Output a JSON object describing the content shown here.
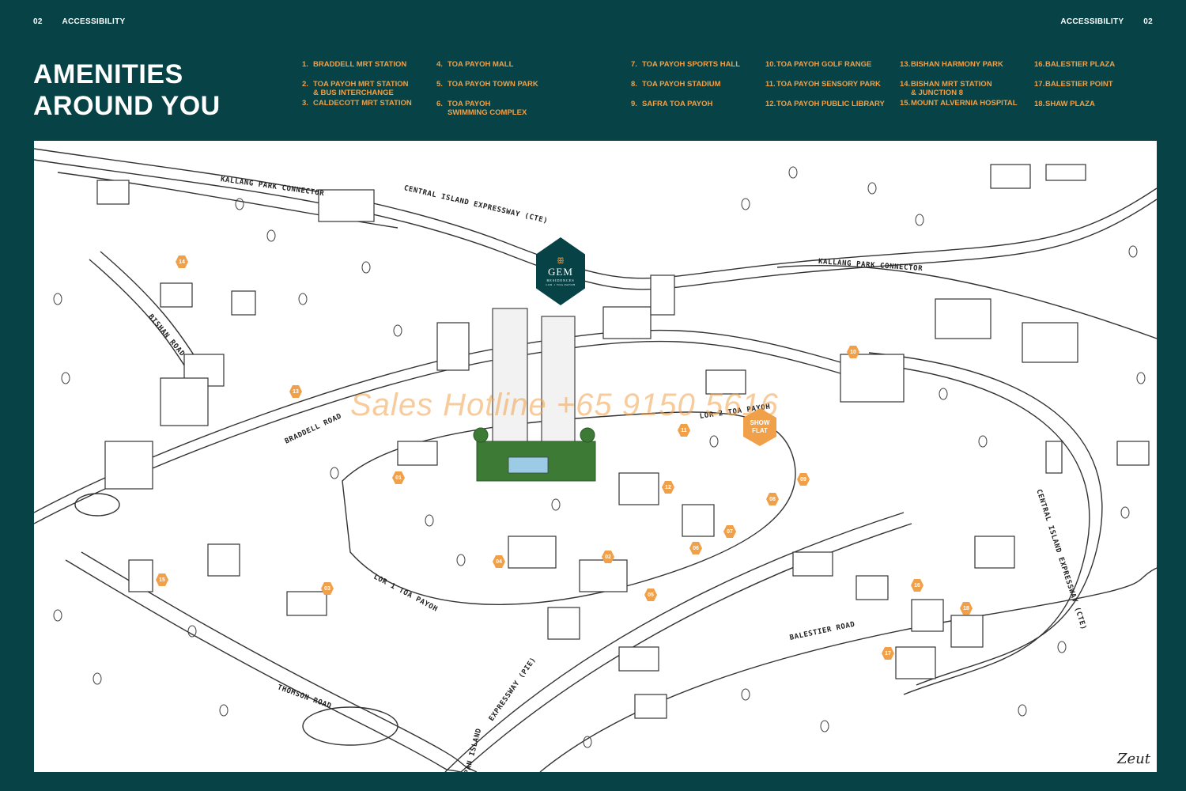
{
  "header": {
    "left": {
      "page_number": "02",
      "section": "ACCESSIBILITY"
    },
    "right": {
      "page_number": "02",
      "section": "ACCESSIBILITY"
    }
  },
  "title": {
    "line1": "AMENITIES",
    "line2": "AROUND YOU"
  },
  "legend": [
    {
      "n": "1.",
      "label": "BRADDELL MRT STATION"
    },
    {
      "n": "2.",
      "label": "TOA PAYOH MRT STATION\n& BUS INTERCHANGE"
    },
    {
      "n": "3.",
      "label": "CALDECOTT MRT STATION"
    },
    {
      "n": "4.",
      "label": "TOA PAYOH MALL"
    },
    {
      "n": "5.",
      "label": "TOA PAYOH TOWN PARK"
    },
    {
      "n": "6.",
      "label": "TOA PAYOH\nSWIMMING COMPLEX"
    },
    {
      "n": "7.",
      "label": "TOA PAYOH SPORTS HALL"
    },
    {
      "n": "8.",
      "label": "TOA PAYOH STADIUM"
    },
    {
      "n": "9.",
      "label": "SAFRA TOA PAYOH"
    },
    {
      "n": "10.",
      "label": "TOA PAYOH GOLF RANGE"
    },
    {
      "n": "11.",
      "label": "TOA PAYOH SENSORY PARK"
    },
    {
      "n": "12.",
      "label": "TOA PAYOH PUBLIC LIBRARY"
    },
    {
      "n": "13.",
      "label": "BISHAN HARMONY PARK"
    },
    {
      "n": "14.",
      "label": "BISHAN MRT STATION\n& JUNCTION 8"
    },
    {
      "n": "15.",
      "label": "MOUNT ALVERNIA HOSPITAL"
    },
    {
      "n": "16.",
      "label": "BALESTIER PLAZA"
    },
    {
      "n": "17.",
      "label": "BALESTIER POINT"
    },
    {
      "n": "18.",
      "label": "SHAW PLAZA"
    }
  ],
  "map": {
    "roads": [
      {
        "label": "KALLANG PARK CONNECTOR"
      },
      {
        "label": "CENTRAL ISLAND EXPRESSWAY (CTE)"
      },
      {
        "label": "KALLANG PARK CONNECTOR"
      },
      {
        "label": "BISHAN ROAD"
      },
      {
        "label": "BRADDELL ROAD"
      },
      {
        "label": "LOR 1 TOA PAYOH"
      },
      {
        "label": "LOR 2 TOA PAYOH"
      },
      {
        "label": "CENTRAL ISLAND EXPRESSWAY (CTE)"
      },
      {
        "label": "BALESTIER ROAD"
      },
      {
        "label": "THOMSON ROAD"
      },
      {
        "label": "EXPRESSWAY (PIE)"
      },
      {
        "label": "PAN ISLAND"
      }
    ],
    "markers": [
      "01",
      "02",
      "03",
      "04",
      "05",
      "06",
      "07",
      "08",
      "09",
      "10",
      "11",
      "12",
      "13",
      "14",
      "15",
      "16",
      "17",
      "18"
    ],
    "development": {
      "mark": "ꕥ",
      "name": "GEM",
      "sub": "RESIDENCES",
      "sub2": "LOR 1 TOA PAYOH"
    },
    "show_flat": "SHOW\nFLAT",
    "watermark": "Sales Hotline +65 9150 5616",
    "signature": "Zeut"
  }
}
